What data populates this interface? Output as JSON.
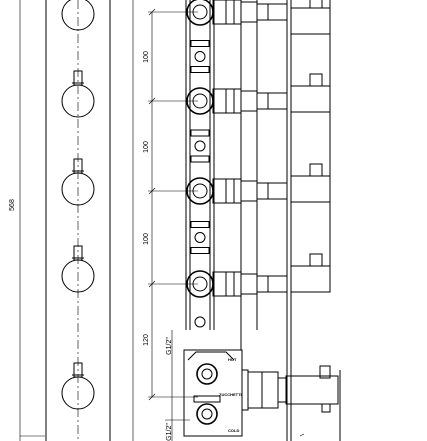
{
  "dimensions": {
    "overall": "568",
    "spacings": [
      "100",
      "100",
      "100",
      "120"
    ],
    "thread_labels": [
      "G1/2\"",
      "G1/2\""
    ]
  },
  "body_labels": {
    "hot": "HOT",
    "cold": "COLD",
    "brand": "ZUCCHETTI"
  },
  "handles": {
    "count": 5
  }
}
